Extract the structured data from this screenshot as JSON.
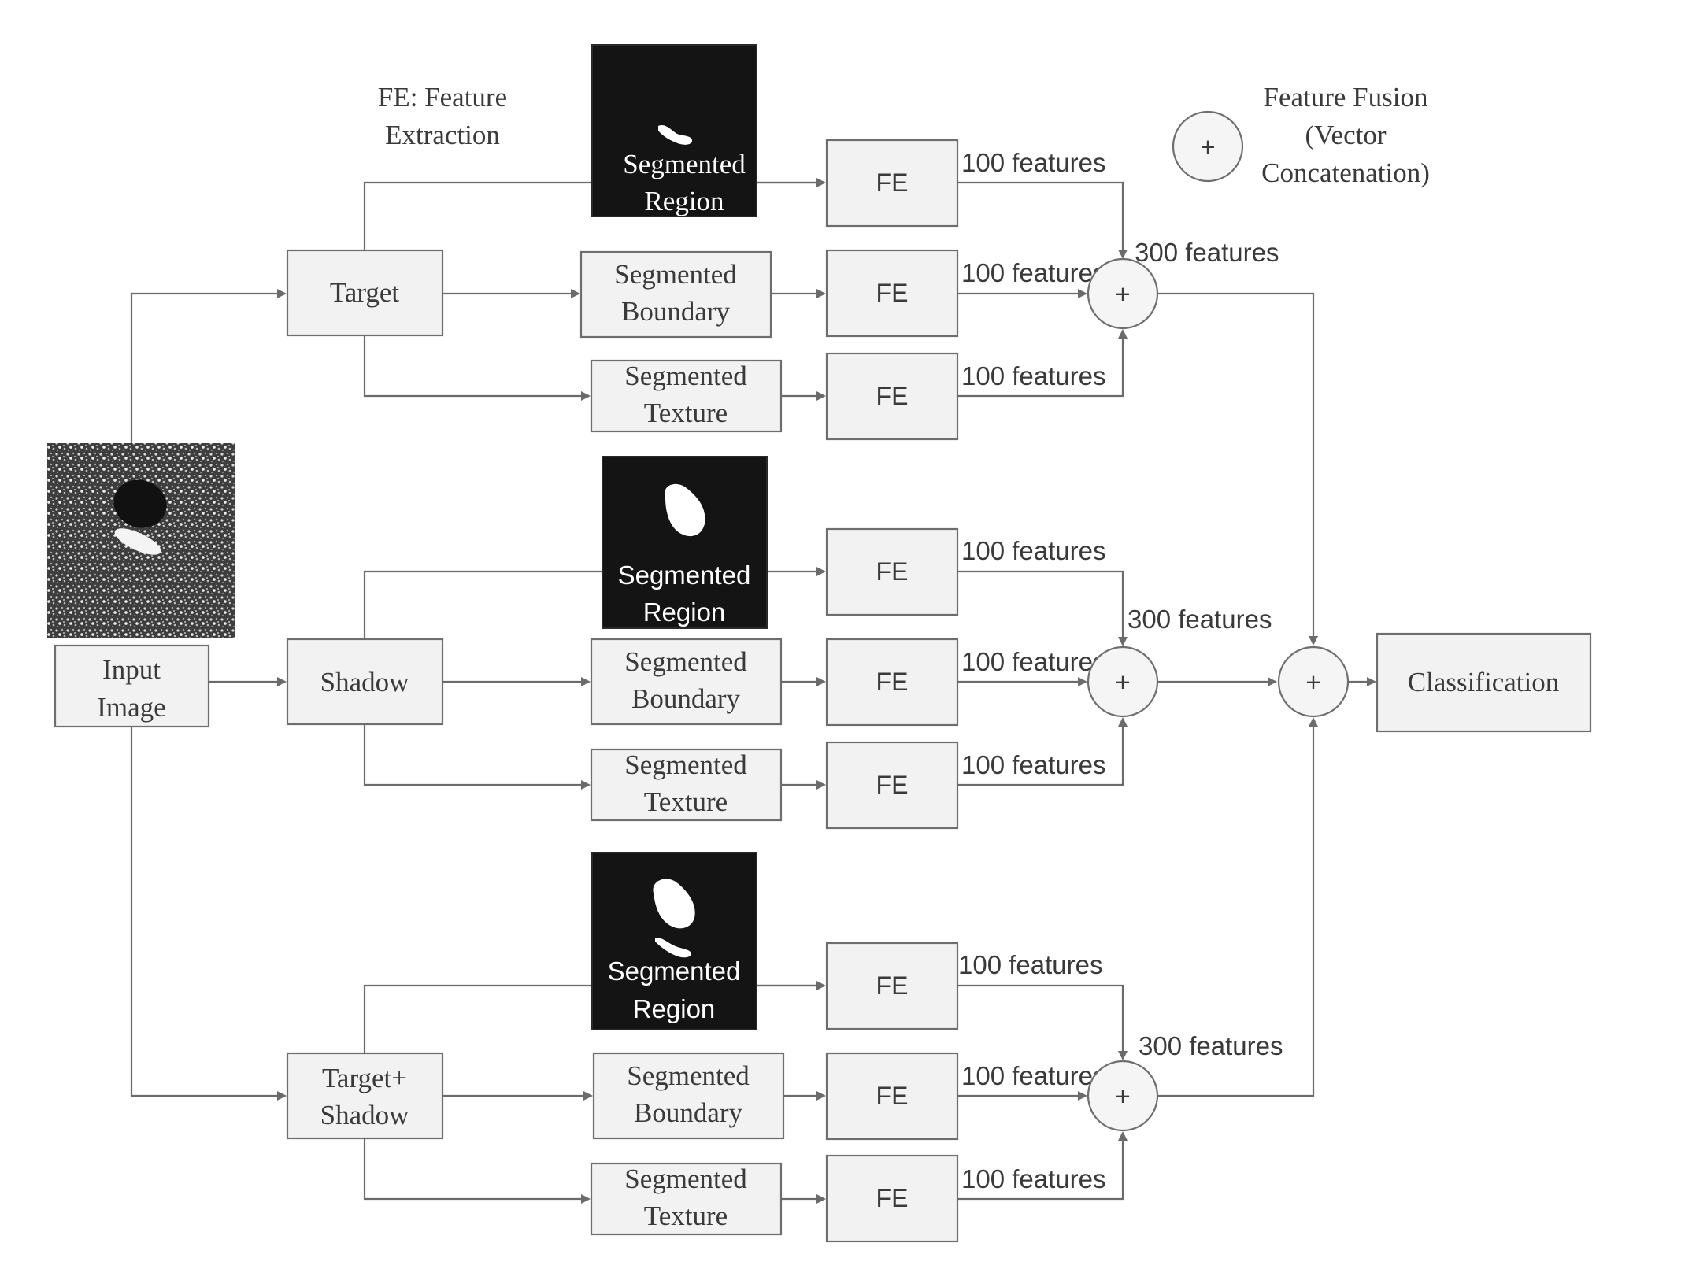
{
  "legend": {
    "fe_note": [
      "FE: Feature",
      "Extraction"
    ],
    "fusion_symbol": "+",
    "fusion_note": [
      "Feature Fusion",
      "(Vector",
      "Concatenation)"
    ]
  },
  "input": {
    "label": [
      "Input",
      "Image"
    ]
  },
  "fe_label": "FE",
  "plus": "+",
  "branches": [
    {
      "id": "target",
      "label": [
        "Target"
      ],
      "region": [
        "Segmented",
        "Region"
      ],
      "boundary": [
        "Segmented",
        "Boundary"
      ],
      "texture": [
        "Segmented",
        "Texture"
      ],
      "feat_region": "100 features",
      "feat_boundary": "100 features",
      "feat_texture": "100 features",
      "feat_total": "300 features"
    },
    {
      "id": "shadow",
      "label": [
        "Shadow"
      ],
      "region": [
        "Segmented",
        "Region"
      ],
      "boundary": [
        "Segmented",
        "Boundary"
      ],
      "texture": [
        "Segmented",
        "Texture"
      ],
      "feat_region": "100 features",
      "feat_boundary": "100 features",
      "feat_texture": "100 features",
      "feat_total": "300 features"
    },
    {
      "id": "target-shadow",
      "label": [
        "Target+",
        "Shadow"
      ],
      "region": [
        "Segmented",
        "Region"
      ],
      "boundary": [
        "Segmented",
        "Boundary"
      ],
      "texture": [
        "Segmented",
        "Texture"
      ],
      "feat_region": "100 features",
      "feat_boundary": "100 features",
      "feat_texture": "100 features",
      "feat_total": "300 features"
    }
  ],
  "output": {
    "label": "Classification"
  },
  "colors": {
    "box_fill": "#f2f2f2",
    "stroke": "#6e6e6e",
    "dark_panel": "#141414",
    "text": "#3a3a3a"
  }
}
